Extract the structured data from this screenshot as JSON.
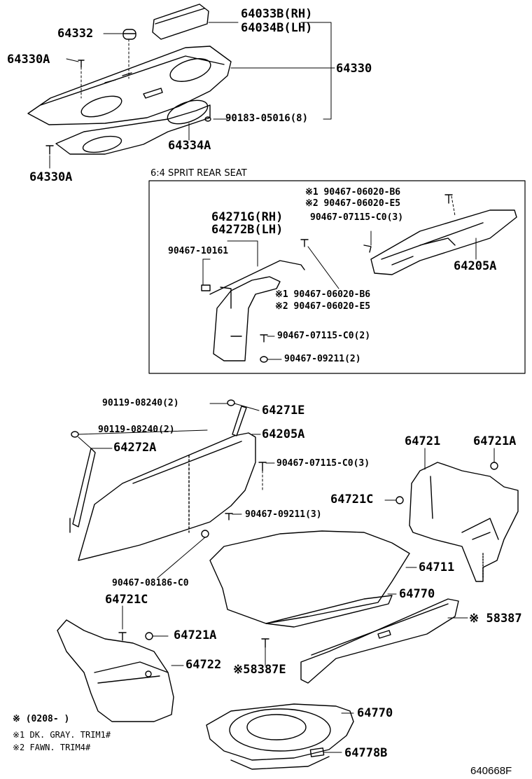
{
  "inset": {
    "title": "6:4 SPRIT REAR SEAT"
  },
  "parts": {
    "p64033B": "64033B(RH)",
    "p64034B": "64034B(LH)",
    "p64332": "64332",
    "p64330A_top": "64330A",
    "p64330": "64330",
    "p90183": "90183-05016(8)",
    "p64334A": "64334A",
    "p64330A_bot": "64330A",
    "i_b6_a": "※1 90467-06020-B6",
    "i_e5_a": "※2 90467-06020-E5",
    "i_07115_3": "90467-07115-C0(3)",
    "i_64271G": "64271G(RH)",
    "i_64272B": "64272B(LH)",
    "i_10161": "90467-10161",
    "i_64205A": "64205A",
    "i_b6_b": "※1 90467-06020-B6",
    "i_e5_b": "※2 90467-06020-E5",
    "i_07115_2": "90467-07115-C0(2)",
    "i_09211_2": "90467-09211(2)",
    "p90119_a": "90119-08240(2)",
    "p64271E": "64271E",
    "p90119_b": "90119-08240(2)",
    "p64205A": "64205A",
    "p64272A": "64272A",
    "p07115_3": "90467-07115-C0(3)",
    "p64721": "64721",
    "p64721A_r": "64721A",
    "p64721C_r": "64721C",
    "p09211_3": "90467-09211(3)",
    "p64711": "64711",
    "p08186": "90467-08186-C0",
    "p64721C_l": "64721C",
    "p64770_a": "64770",
    "p58387": "※ 58387",
    "p64721A_l": "64721A",
    "p64722": "64722",
    "p58387E": "※58387E",
    "p64770_b": "64770",
    "p64778B": "64778B"
  },
  "notes": {
    "date": "※ (0208-      )",
    "n1": "※1 DK. GRAY. TRIM1#",
    "n2": "※2 FAWN. TRIM4#"
  },
  "figure_id": "640668F"
}
